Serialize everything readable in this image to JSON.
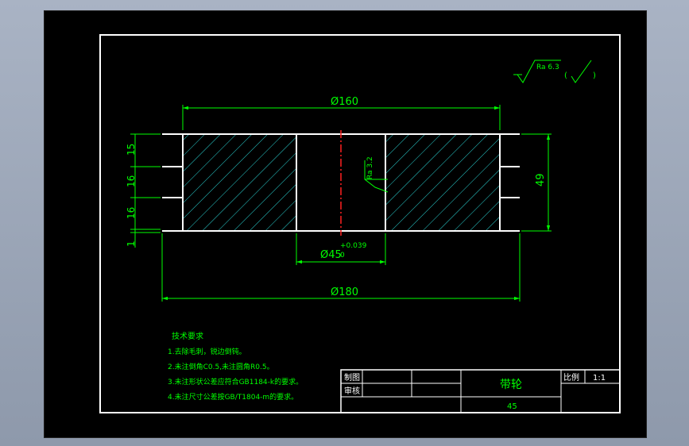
{
  "drawing": {
    "dims": {
      "d160": "Ø160",
      "d180": "Ø180",
      "d45": "Ø45",
      "tol_upper": "+0.039",
      "tol_lower": "0",
      "h49": "49",
      "g15": "15",
      "g16a": "16",
      "g16b": "16",
      "g1": "1"
    },
    "roughness": {
      "general": "Ra 6.3",
      "general_paren_open": "(",
      "general_paren_close": ")",
      "bore": "Ra 3.2"
    },
    "notes": {
      "title": "技术要求",
      "items": [
        "1.去除毛刺，锐边倒钝。",
        "2.未注倒角C0.5,未注圆角R0.5。",
        "3.未注形状公差应符合GB1184-k的要求。",
        "4.未注尺寸公差按GB/T1804-m的要求。"
      ]
    },
    "title_block": {
      "drawn": "制图",
      "checked": "审核",
      "part_name": "带轮",
      "scale_label": "比例",
      "scale_value": "1:1",
      "material": "45"
    }
  }
}
